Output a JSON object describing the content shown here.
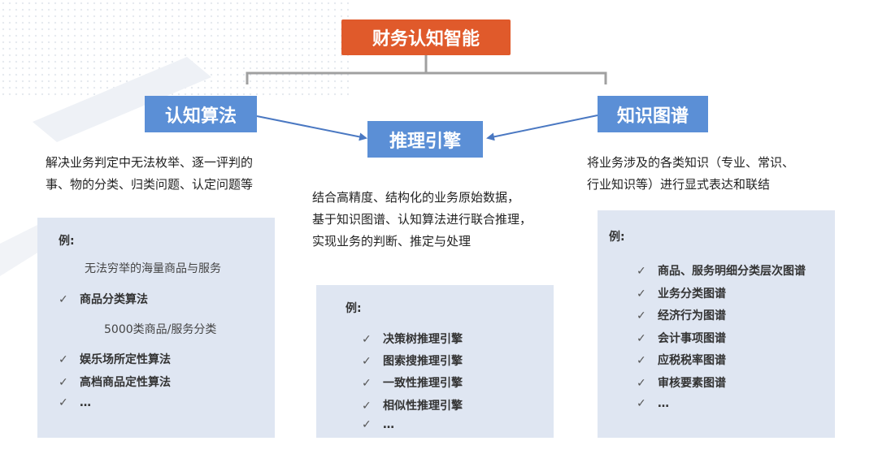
{
  "title": "财务认知智能",
  "nodes": {
    "algorithm": "认知算法",
    "engine": "推理引擎",
    "graph": "知识图谱"
  },
  "algorithm_desc": [
    "解决业务判定中无法枚举、逐一评判的",
    "事、物的分类、归类问题、认定问题等"
  ],
  "engine_desc": [
    "结合高精度、结构化的业务原始数据，",
    "基于知识图谱、认知算法进行联合推理，",
    "实现业务的判断、推定与处理"
  ],
  "graph_desc": [
    "将业务涉及的各类知识（专业、常识、",
    "行业知识等）进行显式表达和联结"
  ],
  "example_label": "例:",
  "check_mark": "✓",
  "algorithm_example": {
    "from": "无法穷举的海量商品与服务",
    "first_item": "商品分类算法",
    "to": "5000类商品/服务分类",
    "items": [
      "娱乐场所定性算法",
      "高档商品定性算法",
      "…"
    ]
  },
  "engine_items": [
    "决策树推理引擎",
    "图索搜推理引擎",
    "一致性推理引擎",
    "相似性推理引擎",
    "…"
  ],
  "graph_items": [
    "商品、服务明细分类层次图谱",
    "业务分类图谱",
    "经济行为图谱",
    "会计事项图谱",
    "应税税率图谱",
    "审核要素图谱",
    "…"
  ],
  "colors": {
    "title_bg": "#e05a2b",
    "node_bg": "#5b8fd6",
    "panel_bg": "#dfe6f2",
    "arrow": "#4a78c2",
    "bracket": "#a0a0a0"
  }
}
